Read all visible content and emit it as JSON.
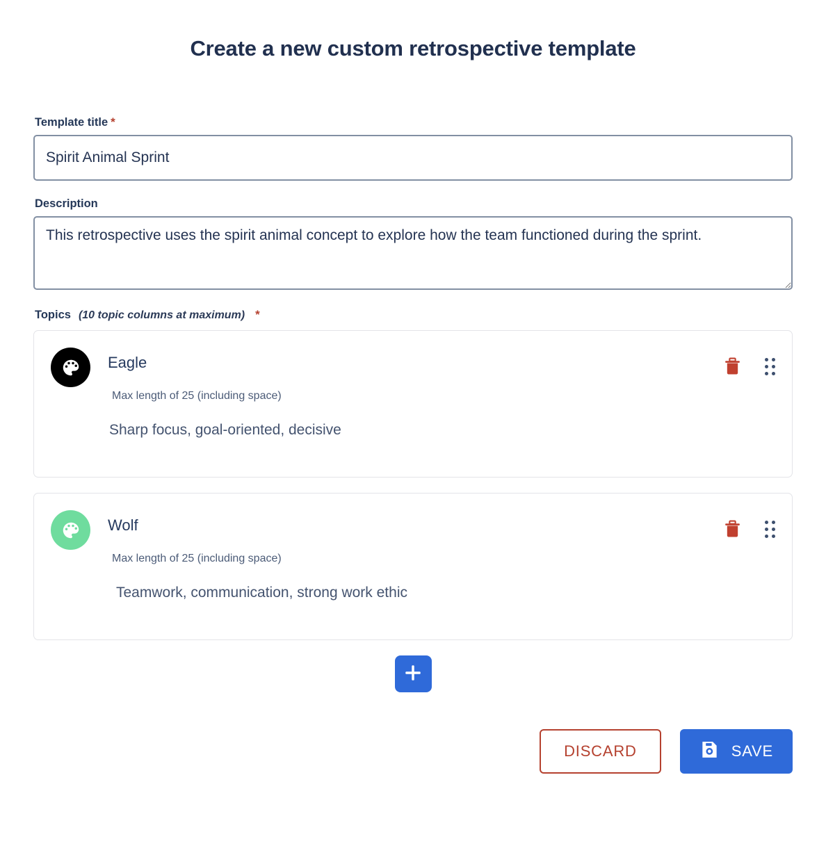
{
  "page": {
    "title": "Create a new custom retrospective template"
  },
  "form": {
    "template_title": {
      "label": "Template title",
      "required_mark": "*",
      "value": "Spirit Animal Sprint",
      "placeholder": "Template title"
    },
    "description": {
      "label": "Description",
      "value": "This retrospective uses the spirit animal concept to explore how the team functioned during the sprint.",
      "placeholder": "Description"
    },
    "topics": {
      "label": "Topics",
      "hint": "(10 topic columns at maximum)",
      "required_mark": "*",
      "max_columns": 10,
      "items": [
        {
          "name": "Eagle",
          "max_length_note": "Max length of 25 (including space)",
          "description": "Sharp focus, goal-oriented, decisive",
          "avatar_icon": "palette-icon",
          "avatar_color": "#000000",
          "delete_icon": "trash-icon",
          "drag_icon": "drag-handle-icon"
        },
        {
          "name": "Wolf",
          "max_length_note": "Max length of 25 (including space)",
          "description": "Teamwork, communication, strong work ethic",
          "avatar_icon": "palette-icon",
          "avatar_color": "#6fdc9e",
          "delete_icon": "trash-icon",
          "drag_icon": "drag-handle-icon"
        }
      ],
      "add_button_icon": "plus-icon"
    }
  },
  "footer": {
    "discard_label": "DISCARD",
    "save_label": "SAVE",
    "save_icon": "save-floppy-icon"
  },
  "colors": {
    "accent_blue": "#2f6ad9",
    "danger_red": "#b5412f",
    "text_navy": "#253858",
    "input_border": "#828fa3",
    "card_border": "#e3e4e8"
  }
}
